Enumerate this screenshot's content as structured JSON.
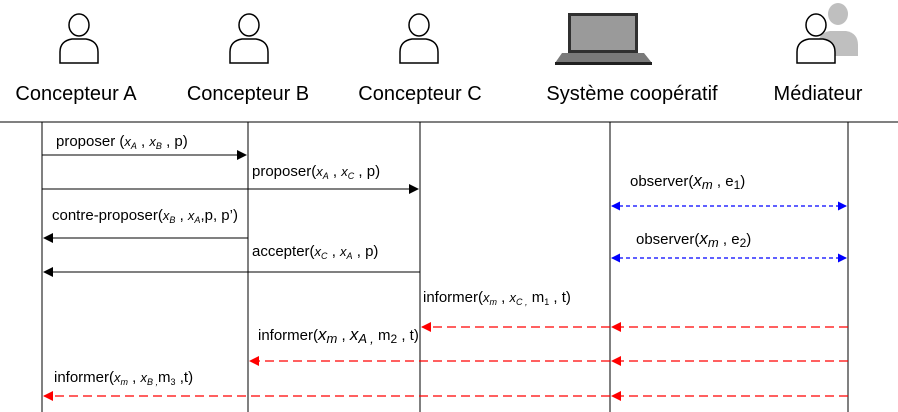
{
  "actors": [
    {
      "label": "Concepteur A",
      "icon": "person-outline-icon"
    },
    {
      "label": "Concepteur B",
      "icon": "person-outline-icon"
    },
    {
      "label": "Concepteur C",
      "icon": "person-outline-icon"
    },
    {
      "label": "Système coopératif",
      "icon": "laptop-icon"
    },
    {
      "label": "Médiateur",
      "icon": "mediator-persons-icon"
    }
  ],
  "colors": {
    "line": "#000000",
    "observe": "#0000ff",
    "inform": "#ff0000",
    "icon_gray": "#bfbfbf"
  },
  "messages": {
    "m1": {
      "pre": "proposer (",
      "a": "x",
      "as": "A",
      "sep1": " , ",
      "b": "x",
      "bs": "B",
      "post": " , p)"
    },
    "m2": {
      "pre": "proposer(",
      "a": "x",
      "as": "A",
      "sep1": " , ",
      "b": "x",
      "bs": "C",
      "post": " , p)"
    },
    "m3": {
      "pre": "contre-proposer(",
      "a": "x",
      "as": "B",
      "sep1": " , ",
      "b": "x",
      "bs": "A",
      "post": ",p, p’)"
    },
    "m4": {
      "pre": "accepter(",
      "a": "x",
      "as": "C",
      "sep1": " , ",
      "b": "x",
      "bs": "A",
      "post": " , p)"
    },
    "o1": {
      "pre": "observer(",
      "a": "x",
      "as": "m",
      "post": " , e",
      "num": "1",
      "end": ")"
    },
    "o2": {
      "pre": "observer(",
      "a": "x",
      "as": "m",
      "post": " , e",
      "num": "2",
      "end": ")"
    },
    "i1": {
      "pre": "informer(",
      "a": "x",
      "as": "m",
      "sep1": " , ",
      "b": "x",
      "bs": "C ,",
      "mid": " m",
      "ms": "1",
      "post": " , t)"
    },
    "i2": {
      "pre": "informer(",
      "a": "x",
      "as": "m",
      "sep1": " , ",
      "b": "x",
      "bs": "A ,",
      "mid": " m",
      "ms": "2",
      "post": " , t)"
    },
    "i3": {
      "pre": "informer(",
      "a": "x",
      "as": "m",
      "sep1": " , ",
      "b": "x",
      "bs": "B ,",
      "mid": "m",
      "ms": "3",
      "post": " ,t)"
    }
  }
}
